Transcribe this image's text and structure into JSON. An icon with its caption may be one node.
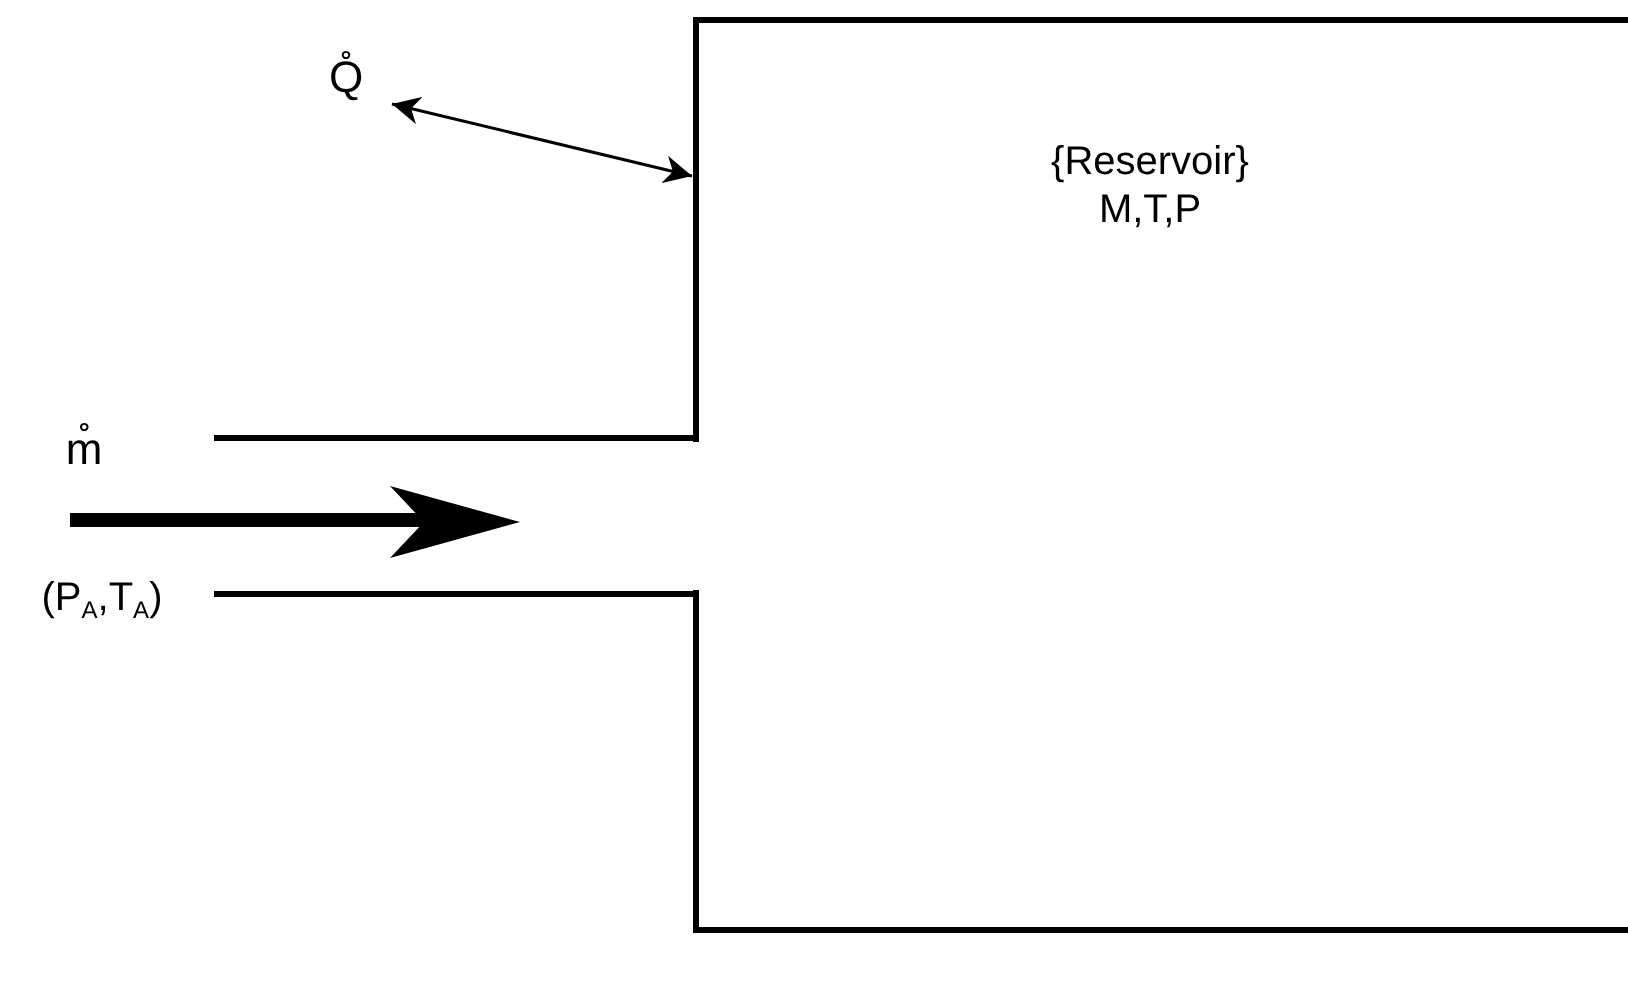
{
  "diagram": {
    "nodes": [
      {
        "text": [
          "Q̊"
        ]
      },
      {
        "text": [
          "{Reservoir}",
          "M,T,P"
        ]
      }
    ],
    "edges": [
      {
        "from": 0,
        "to": 1,
        "arrow": "both"
      }
    ],
    "labels": [
      "m̊",
      "(P$_{A}$,T$_{A}$)"
    ]
  }
}
